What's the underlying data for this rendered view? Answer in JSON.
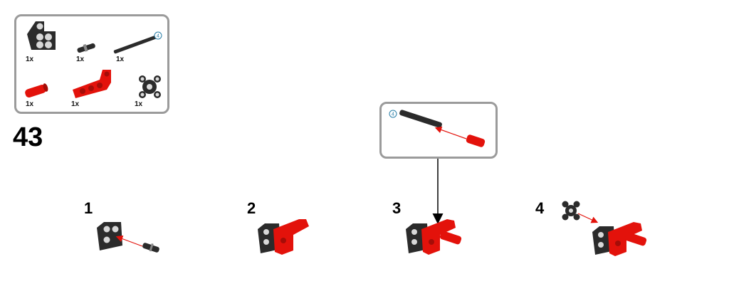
{
  "step": {
    "number": "43"
  },
  "parts": [
    {
      "icon": "black-angled-beam-icon",
      "qty": "1x"
    },
    {
      "icon": "black-connector-pin-icon",
      "qty": "1x"
    },
    {
      "icon": "black-axle-icon",
      "qty": "1x",
      "length": "4"
    },
    {
      "icon": "red-axle-connector-icon",
      "qty": "1x"
    },
    {
      "icon": "red-bent-beam-icon",
      "qty": "1x"
    },
    {
      "icon": "black-wedge-belt-wheel-icon",
      "qty": "1x"
    }
  ],
  "substeps": [
    {
      "number": "1"
    },
    {
      "number": "2"
    },
    {
      "number": "3"
    },
    {
      "number": "4"
    }
  ],
  "callout": {
    "axle_length": "4"
  },
  "colors": {
    "red": "#e3120b",
    "black": "#2b2b2b",
    "gray": "#9b9b9b",
    "arrow": "#e3120b",
    "badge": "#2a7fa8"
  }
}
